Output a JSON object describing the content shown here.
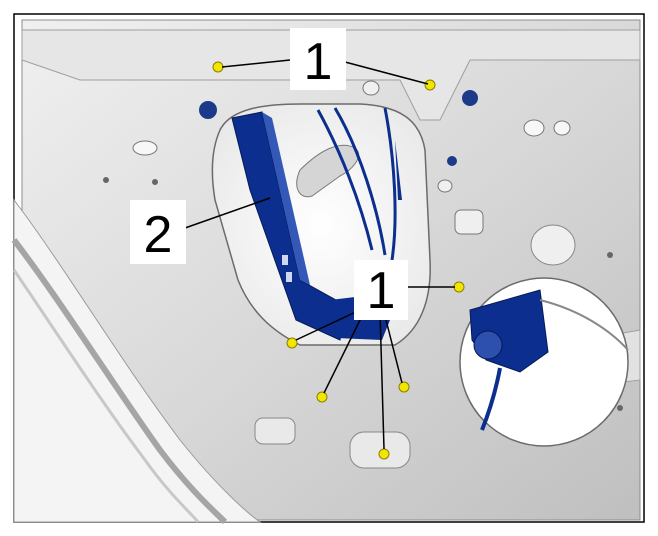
{
  "callouts": [
    {
      "id": "top",
      "label": "1"
    },
    {
      "id": "left",
      "label": "2"
    },
    {
      "id": "center",
      "label": "1"
    }
  ],
  "colors": {
    "panel": "#d6d6d6",
    "panel_light": "#ececec",
    "panel_dark": "#9a9a9a",
    "regulator_blue": "#0a2a8c",
    "bolt_yellow": "#f2e600",
    "frame": "#000000"
  },
  "icons": [
    "bolt-marker",
    "window-regulator",
    "door-panel",
    "speaker-opening"
  ]
}
